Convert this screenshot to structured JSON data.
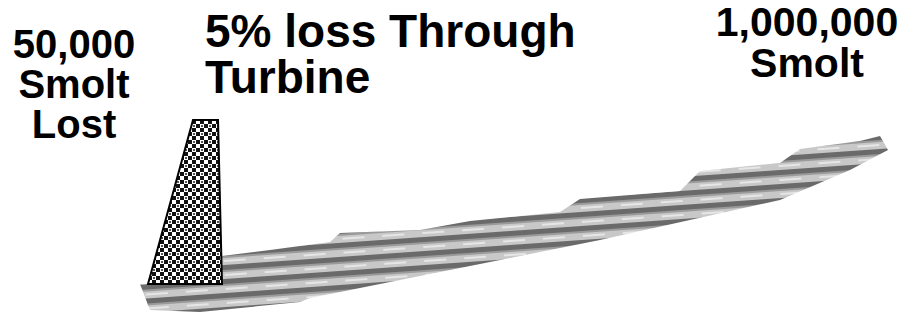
{
  "diagram": {
    "labels": [
      "50,000 Smolt Lost",
      "5% loss Through Turbine",
      "1,000,000 Smolt"
    ]
  }
}
